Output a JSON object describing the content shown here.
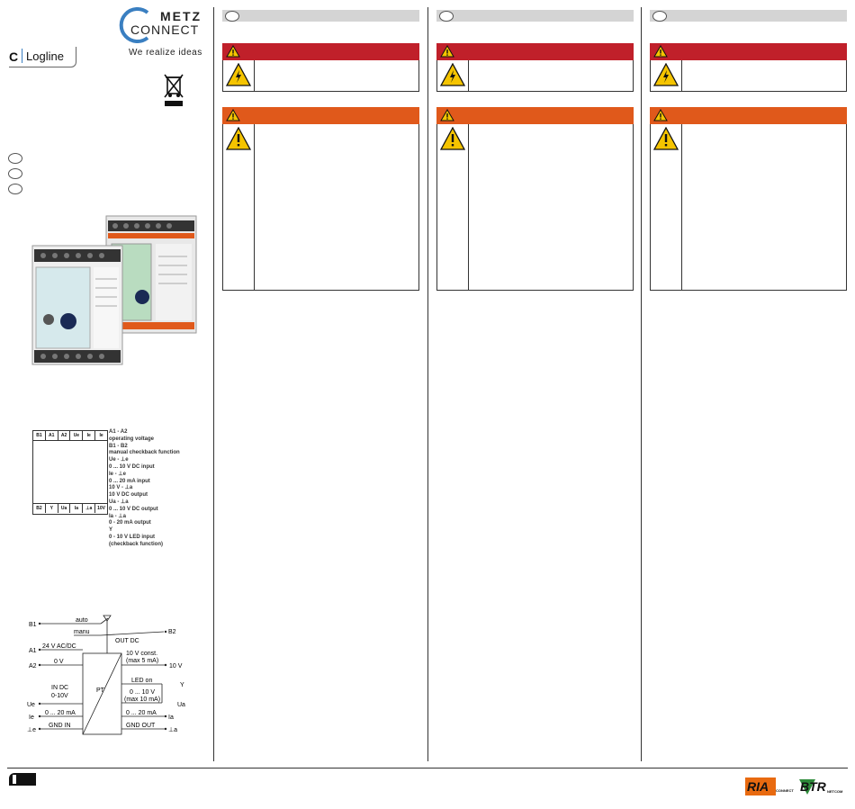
{
  "brand": {
    "metz": "METZ",
    "connect": "CONNECT",
    "tagline": "We realize ideas",
    "logline_c": "C",
    "logline_name": "Logline"
  },
  "terminal": {
    "top_row": [
      "B1",
      "A1",
      "A2",
      "Ue",
      "Ie",
      "Ie"
    ],
    "bottom_row": [
      "B2",
      "Y",
      "Ua",
      "Ia",
      "⊥a",
      "10V"
    ],
    "legend": [
      "A1 - A2",
      "operating voltage",
      "B1 - B2",
      "manual checkback function",
      "Ue - ⊥e",
      "0 ... 10 V DC input",
      "Ie - ⊥e",
      "0 ... 20 mA input",
      "10 V - ⊥a",
      "10 V DC output",
      "Ua - ⊥a",
      "0 ... 10 V DC output",
      "Ia - ⊥a",
      "0 - 20 mA output",
      "Y",
      "0 - 10 V LED input",
      "(checkback function)"
    ]
  },
  "circuit": {
    "b1": "B1",
    "auto": "auto",
    "manu": "manu",
    "b2": "B2",
    "out_dc": "OUT DC",
    "a1": "A1",
    "supply": "24 V AC/DC",
    "a2": "A2",
    "zero_v": "0 V",
    "const1": "10 V const.",
    "const2": "(max 5 mA)",
    "ten_v": "10 V",
    "led_on": "LED on",
    "y": "Y",
    "out_v1": "0 ... 10 V",
    "out_v2": "(max 10 mA)",
    "ua": "Ua",
    "in_dc": "IN DC",
    "in_range": "0-10V",
    "pt": "PT",
    "ue": "Ue",
    "in_ma": "0 ... 20 mA",
    "ie": "Ie",
    "out_ma": "0 ... 20 mA",
    "ia": "Ia",
    "gnd_in": "GND IN",
    "gnd_out": "GND OUT",
    "le": "⊥e",
    "la": "⊥a"
  },
  "colors": {
    "header_gray": "#d4d4d4",
    "danger_red": "#c0202a",
    "warning_orange": "#e0591b",
    "warning_yellow": "#f5c400",
    "brand_blue": "#3a7fc1",
    "ria_orange": "#e86a10",
    "btr_green": "#2e8b3a"
  },
  "footer": {
    "ria": "RIA",
    "ria_sub": "CONNECT",
    "btr": "BTR",
    "btr_sub": "NETCOM"
  }
}
